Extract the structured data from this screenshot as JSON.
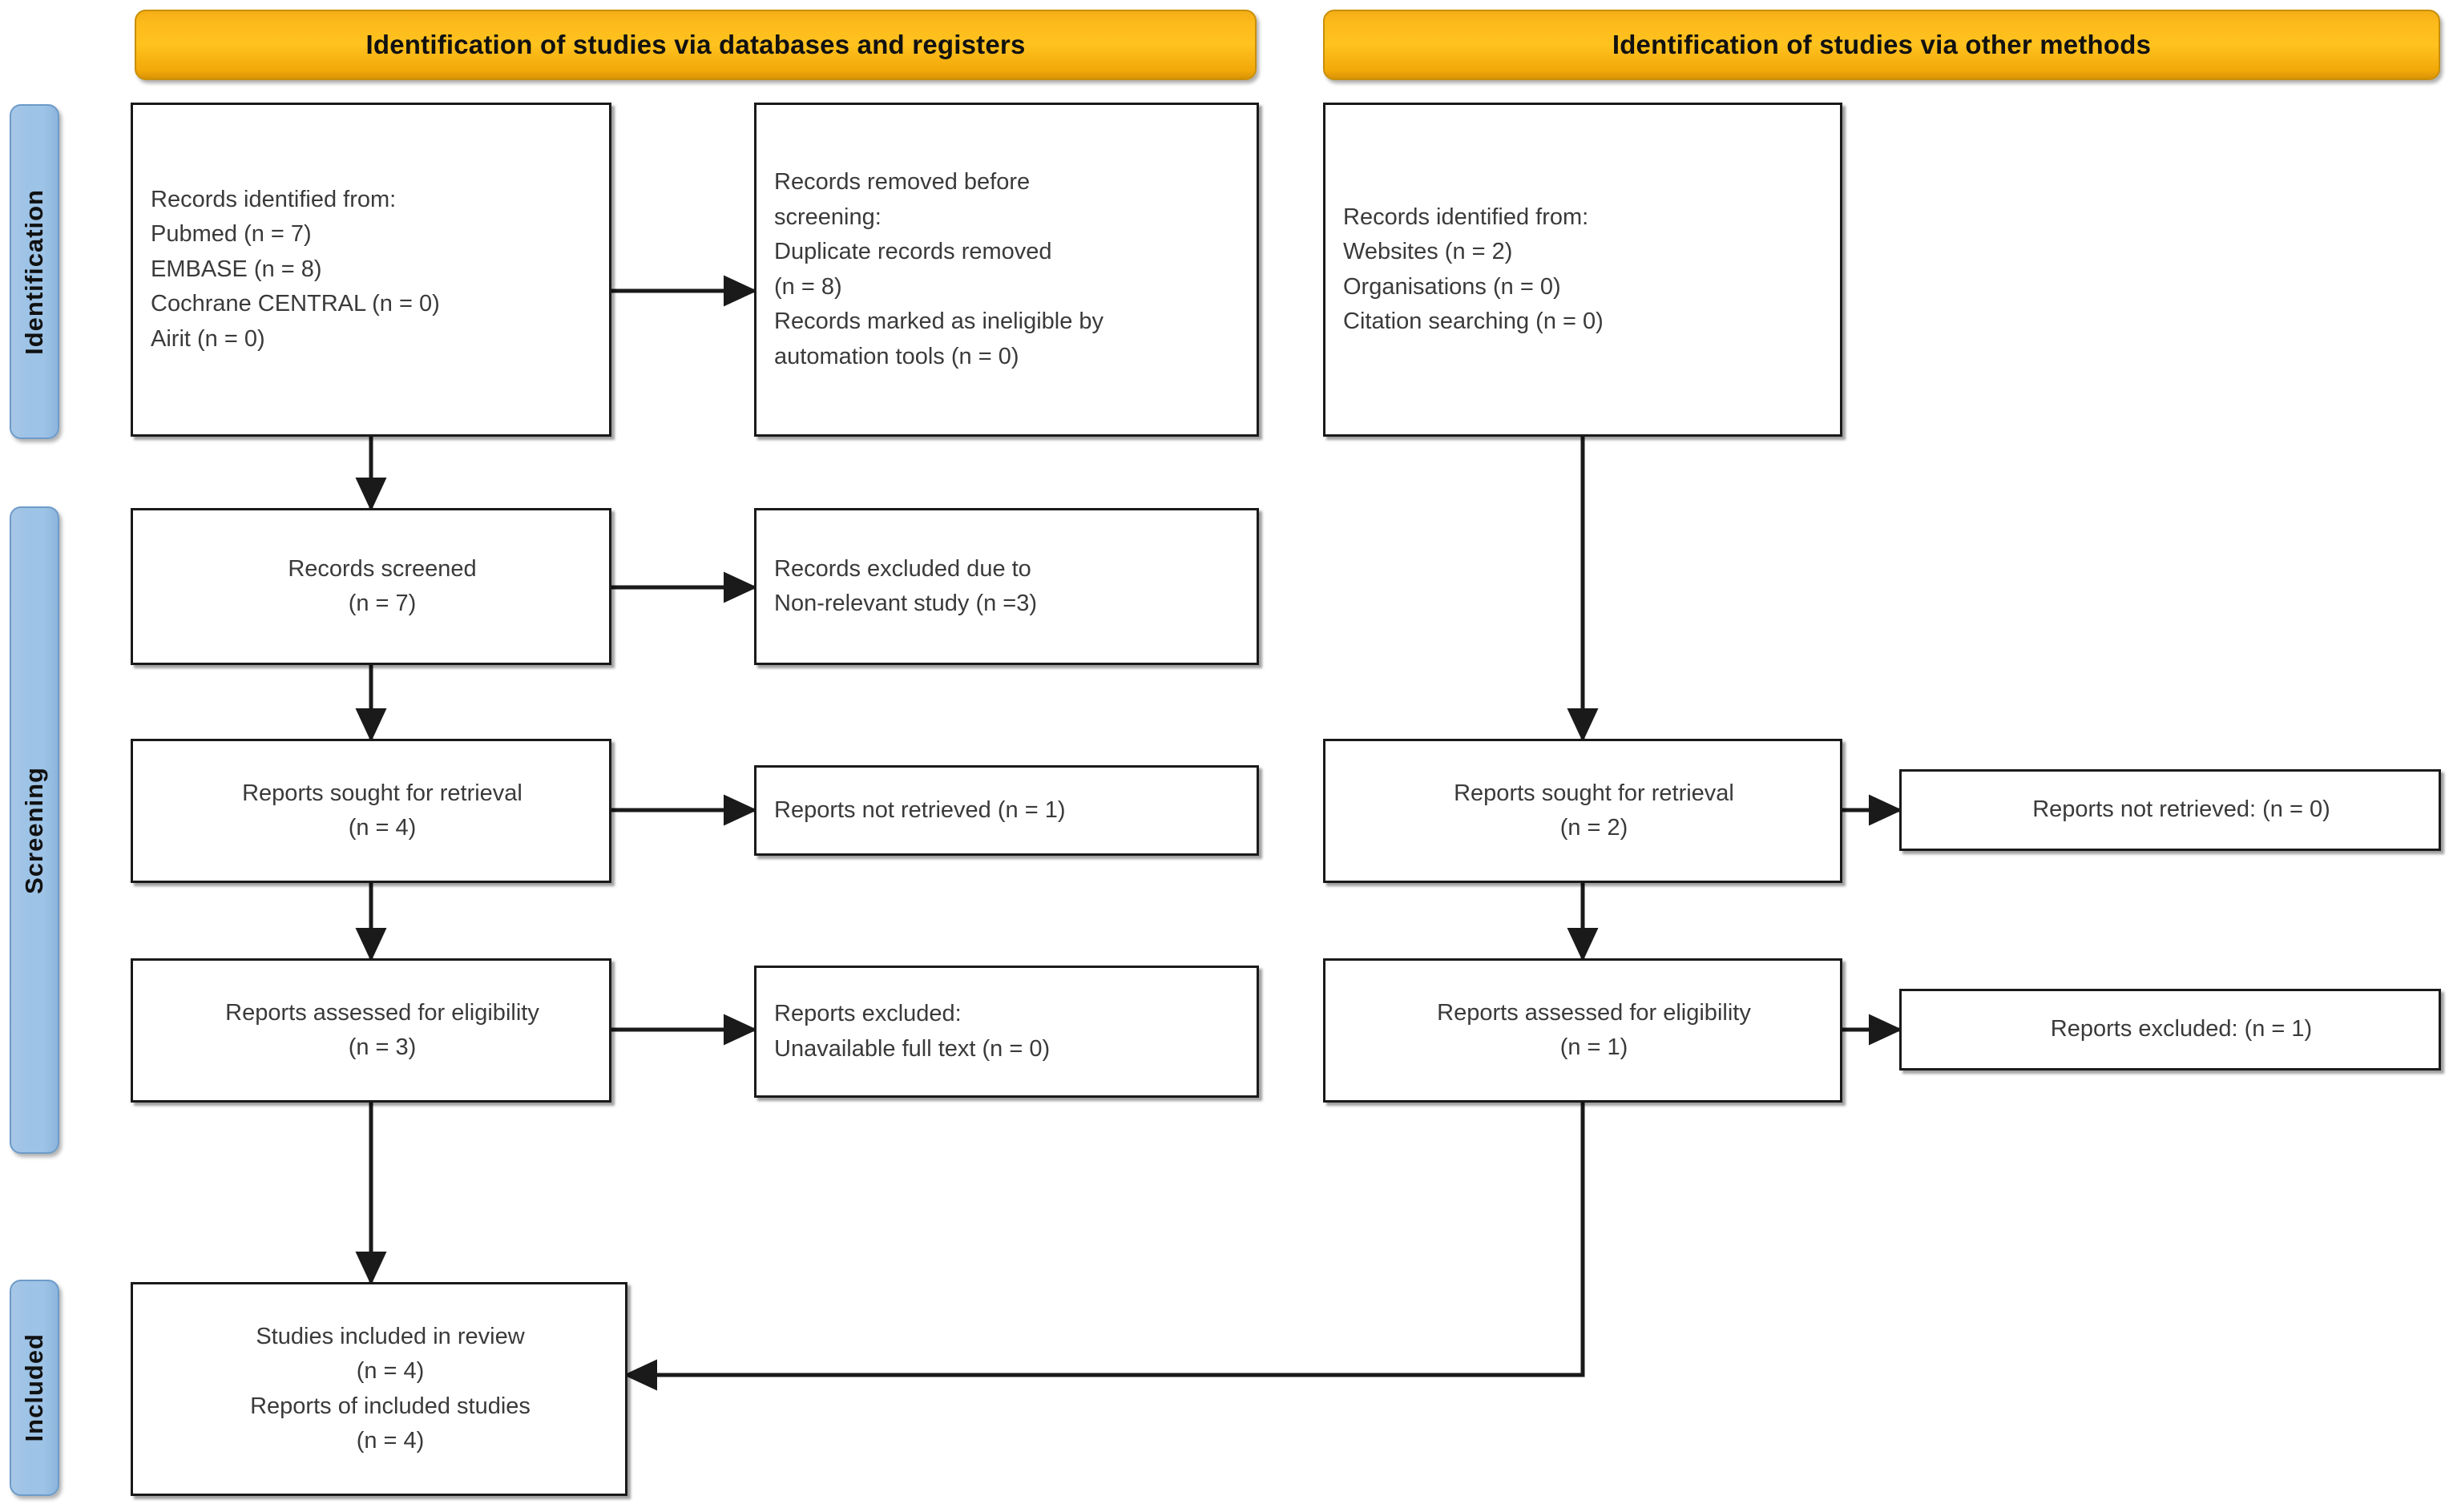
{
  "figure": {
    "type": "prisma-flow-diagram",
    "title": "PRISMA 2020 flow diagram",
    "colors": {
      "banner": "#ffc21f",
      "phase_bar": "#9dc3e6",
      "box_border": "#1a1a1a",
      "text": "#3a3a3a",
      "background": "#ffffff"
    }
  },
  "banners": [
    {
      "id": "databases",
      "label": "Identification of studies via databases and registers"
    },
    {
      "id": "other",
      "label": "Identification of studies via other methods"
    }
  ],
  "phases": [
    {
      "id": "identification",
      "label": "Identification"
    },
    {
      "id": "screening",
      "label": "Screening"
    },
    {
      "id": "included",
      "label": "Included"
    }
  ],
  "boxes": [
    {
      "id": "records-identified-databases",
      "column": "databases",
      "phase": "identification",
      "align": "left",
      "lines": [
        "Records identified from:",
        "Pubmed (n = 7)",
        "EMBASE (n = 8)",
        "Cochrane CENTRAL (n = 0)",
        "Airit (n = 0)"
      ]
    },
    {
      "id": "records-removed-before-screening",
      "column": "databases",
      "phase": "identification",
      "align": "left",
      "lines": [
        "Records removed before",
        "screening:",
        "Duplicate records removed",
        "(n = 8)",
        "Records marked as ineligible by",
        "automation tools (n = 0)"
      ]
    },
    {
      "id": "records-identified-other",
      "column": "other",
      "phase": "identification",
      "align": "left",
      "lines": [
        "Records identified from:",
        "Websites (n = 2)",
        "Organisations (n = 0)",
        "Citation searching (n = 0)"
      ]
    },
    {
      "id": "records-screened",
      "column": "databases",
      "phase": "screening",
      "align": "center",
      "lines": [
        "Records screened",
        "(n = 7)"
      ]
    },
    {
      "id": "records-excluded",
      "column": "databases",
      "phase": "screening",
      "align": "left",
      "lines": [
        "Records excluded due to",
        "Non-relevant study (n =3)"
      ]
    },
    {
      "id": "reports-sought-databases",
      "column": "databases",
      "phase": "screening",
      "align": "center",
      "lines": [
        "Reports sought for retrieval",
        "(n = 4)"
      ]
    },
    {
      "id": "reports-not-retrieved-databases",
      "column": "databases",
      "phase": "screening",
      "align": "left",
      "lines": [
        "Reports not retrieved (n = 1)"
      ]
    },
    {
      "id": "reports-assessed-databases",
      "column": "databases",
      "phase": "screening",
      "align": "center",
      "lines": [
        "Reports assessed for eligibility",
        "(n = 3)"
      ]
    },
    {
      "id": "reports-excluded-databases",
      "column": "databases",
      "phase": "screening",
      "align": "left",
      "lines": [
        "Reports excluded:",
        "Unavailable full text (n = 0)"
      ]
    },
    {
      "id": "reports-sought-other",
      "column": "other",
      "phase": "screening",
      "align": "center",
      "lines": [
        "Reports sought for retrieval",
        "(n = 2)"
      ]
    },
    {
      "id": "reports-not-retrieved-other",
      "column": "other",
      "phase": "screening",
      "align": "center",
      "lines": [
        "Reports not retrieved: (n = 0)"
      ]
    },
    {
      "id": "reports-assessed-other",
      "column": "other",
      "phase": "screening",
      "align": "center",
      "lines": [
        "Reports assessed for eligibility",
        "(n = 1)"
      ]
    },
    {
      "id": "reports-excluded-other",
      "column": "other",
      "phase": "screening",
      "align": "center",
      "lines": [
        "Reports excluded: (n = 1)"
      ]
    },
    {
      "id": "studies-included",
      "column": "databases",
      "phase": "included",
      "align": "center",
      "lines": [
        "Studies included in review",
        "(n = 4)",
        "Reports of included studies",
        "(n = 4)"
      ]
    }
  ]
}
